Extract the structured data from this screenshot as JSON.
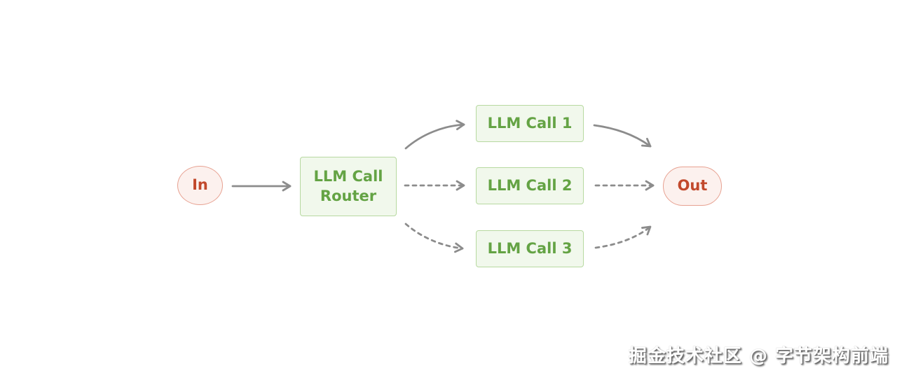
{
  "diagram": {
    "type": "workflow-routing-diagram",
    "nodes": {
      "in": "In",
      "router": "LLM Call Router",
      "call1": "LLM Call 1",
      "call2": "LLM Call 2",
      "call3": "LLM Call 3",
      "out": "Out"
    },
    "edges": [
      {
        "from": "In",
        "to": "LLM Call Router",
        "style": "solid"
      },
      {
        "from": "LLM Call Router",
        "to": "LLM Call 1",
        "style": "solid"
      },
      {
        "from": "LLM Call Router",
        "to": "LLM Call 2",
        "style": "dashed"
      },
      {
        "from": "LLM Call Router",
        "to": "LLM Call 3",
        "style": "dashed"
      },
      {
        "from": "LLM Call 1",
        "to": "Out",
        "style": "solid"
      },
      {
        "from": "LLM Call 2",
        "to": "Out",
        "style": "dashed"
      },
      {
        "from": "LLM Call 3",
        "to": "Out",
        "style": "dashed"
      }
    ],
    "colors": {
      "green_text": "#64a344",
      "green_border": "#b7d9a0",
      "green_fill": "#f1f8ec",
      "red_text": "#c2492c",
      "red_border": "#e7a191",
      "red_fill": "#fcf1ee",
      "arrow": "#8c8c8c",
      "background": "#ffffff"
    },
    "watermark": "掘金技术社区 @ 字节架构前端"
  }
}
